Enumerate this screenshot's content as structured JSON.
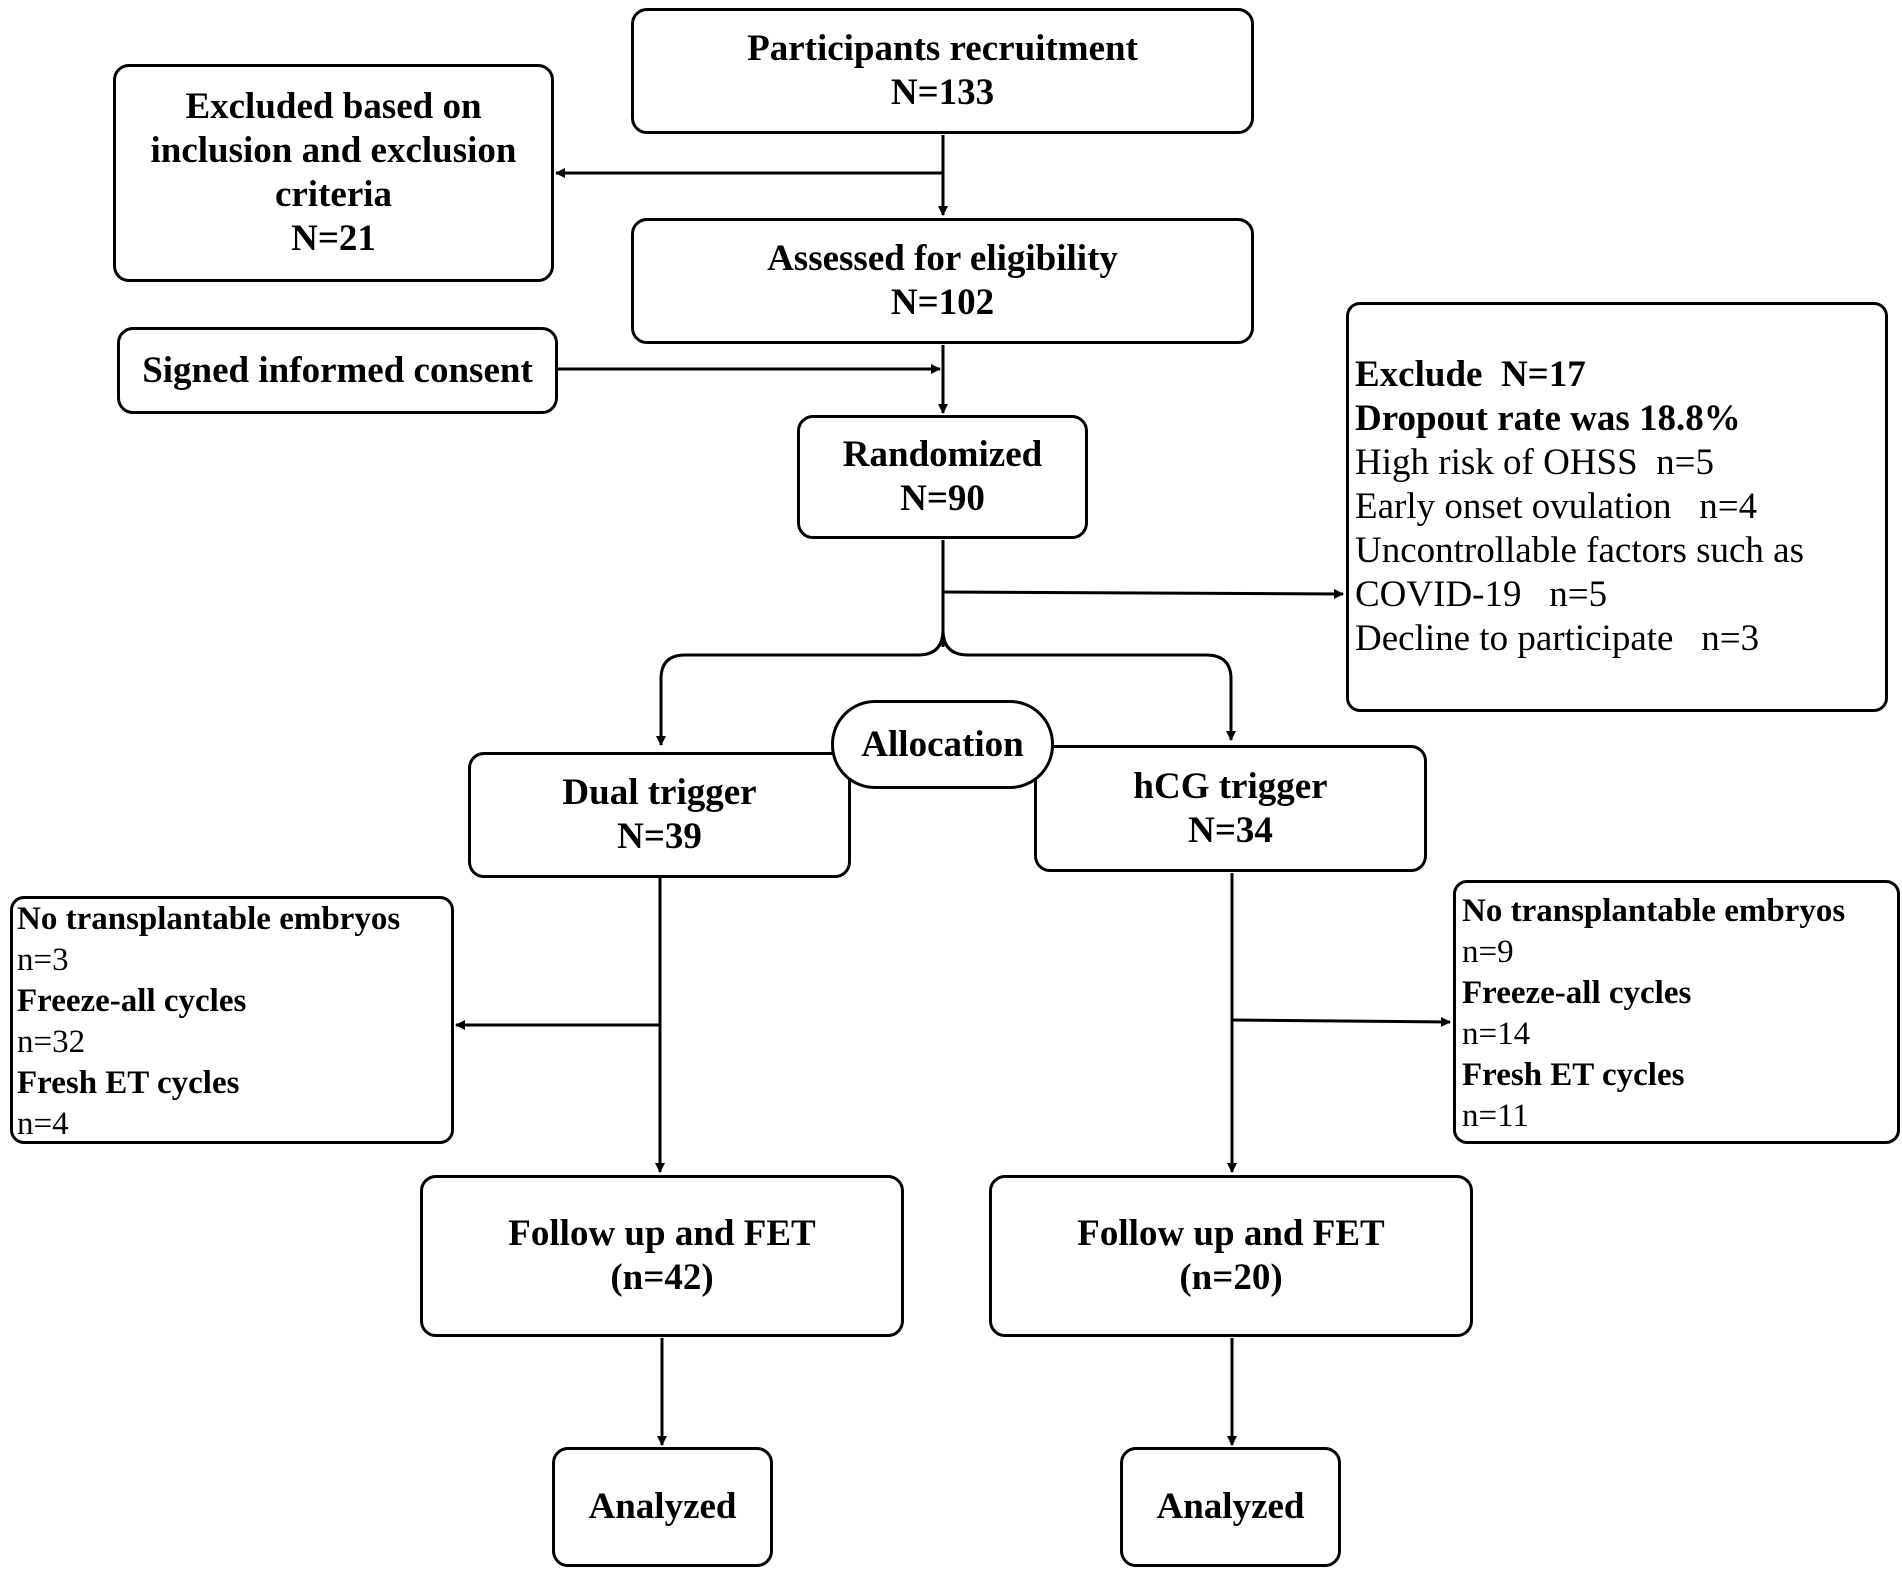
{
  "recruitment": {
    "title": "Participants recruitment",
    "count": "N=133"
  },
  "excluded": {
    "line1": "Excluded based on",
    "line2": "inclusion and exclusion",
    "line3": "criteria",
    "count": "N=21"
  },
  "assessed": {
    "title": "Assessed for eligibility",
    "count": "N=102"
  },
  "consent": {
    "title": "Signed informed consent"
  },
  "randomized": {
    "title": "Randomized",
    "count": "N=90"
  },
  "exclusion_details": {
    "heading": "Exclude  N=17",
    "dropout": "Dropout rate was 18.8%",
    "items": [
      "High risk of OHSS  n=5",
      "Early onset ovulation   n=4",
      "Uncontrollable factors such as",
      "COVID-19   n=5",
      "Decline to participate   n=3"
    ]
  },
  "allocation": {
    "label": "Allocation"
  },
  "dual": {
    "title": "Dual trigger",
    "count": "N=39"
  },
  "hcg": {
    "title": "hCG trigger",
    "count": "N=34"
  },
  "dual_outcomes": [
    {
      "label": "No transplantable embryos",
      "value": "n=3"
    },
    {
      "label": "Freeze-all cycles",
      "value": "n=32"
    },
    {
      "label": "Fresh ET cycles",
      "value": "n=4"
    }
  ],
  "hcg_outcomes": [
    {
      "label": "No transplantable embryos",
      "value": "n=9"
    },
    {
      "label": "Freeze-all cycles",
      "value": "n=14"
    },
    {
      "label": "Fresh ET cycles",
      "value": "n=11"
    }
  ],
  "followup_dual": {
    "title": "Follow up and FET",
    "count": "(n=42)"
  },
  "followup_hcg": {
    "title": "Follow up and FET",
    "count": "(n=20)"
  },
  "analyzed_dual": {
    "title": "Analyzed"
  },
  "analyzed_hcg": {
    "title": "Analyzed"
  }
}
